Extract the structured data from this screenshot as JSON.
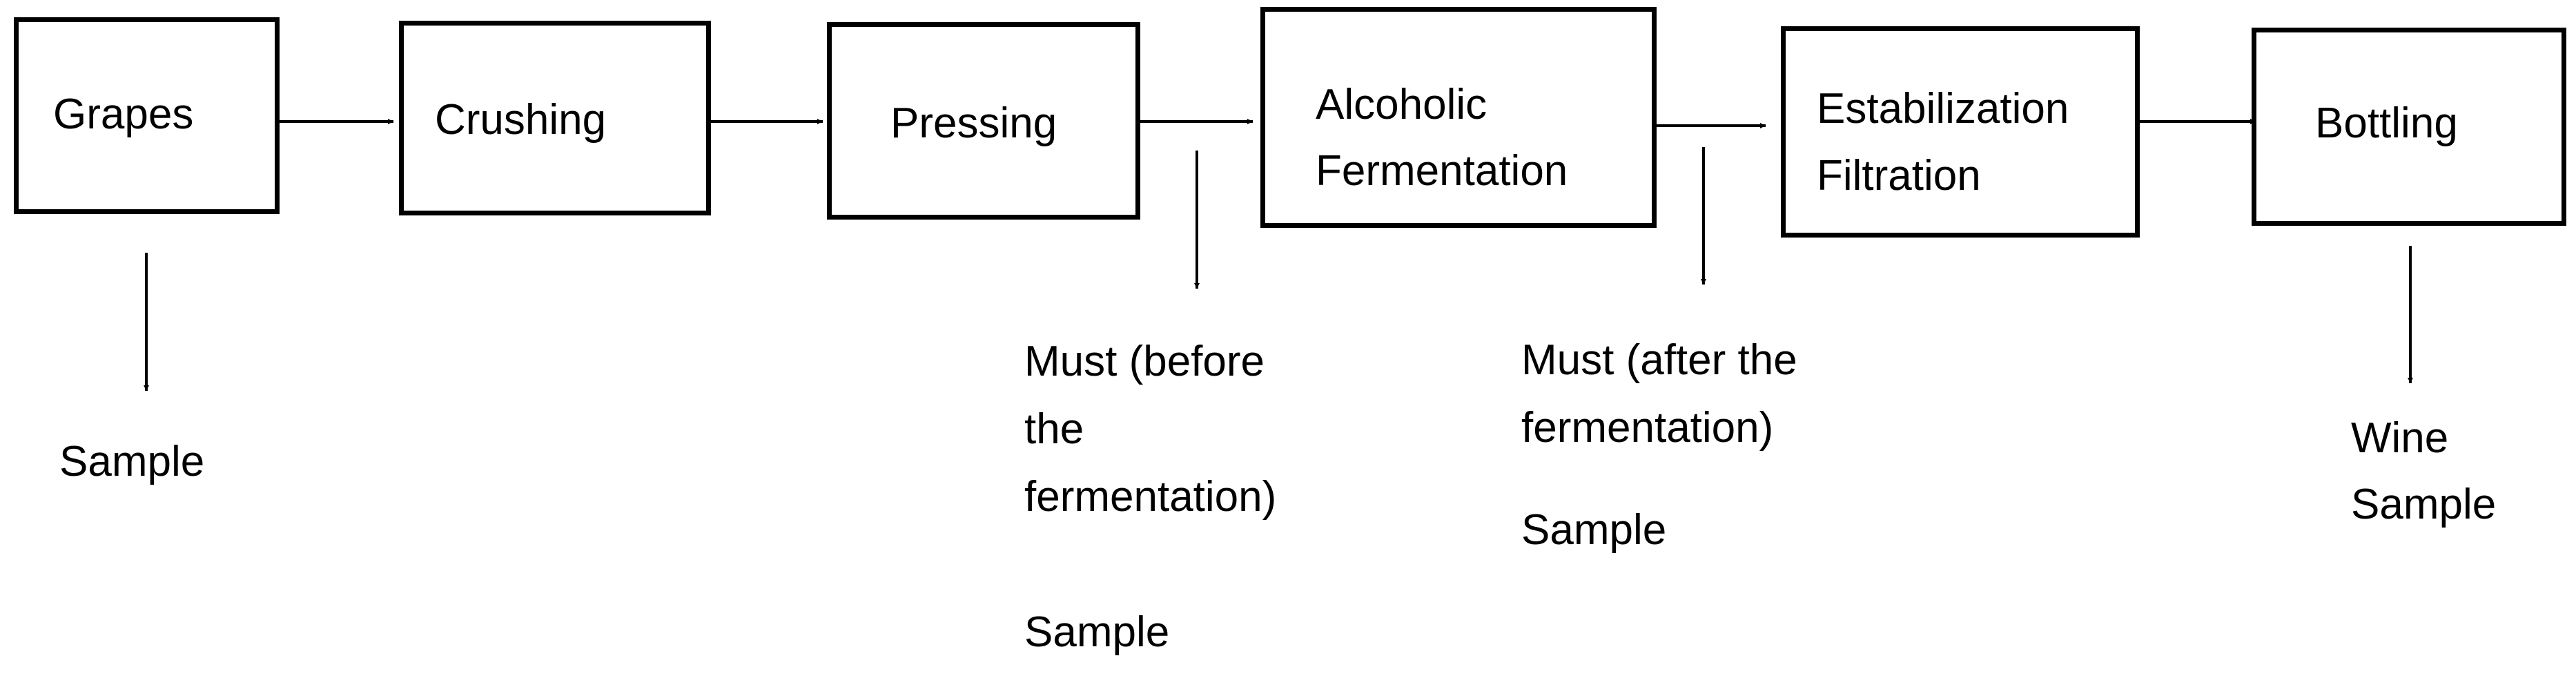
{
  "steps": [
    {
      "id": "grapes",
      "lines": [
        "Grapes"
      ]
    },
    {
      "id": "crushing",
      "lines": [
        "Crushing"
      ]
    },
    {
      "id": "pressing",
      "lines": [
        "Pressing"
      ]
    },
    {
      "id": "alcoholic-fermentation",
      "lines": [
        "Alcoholic",
        "Fermentation"
      ]
    },
    {
      "id": "estabilization-filtration",
      "lines": [
        "Estabilization",
        "Filtration"
      ]
    },
    {
      "id": "bottling",
      "lines": [
        "Bottling"
      ]
    }
  ],
  "samples": [
    {
      "after_step": "grapes",
      "material": [],
      "tag": "Sample"
    },
    {
      "after_step": "pressing",
      "material": [
        "Must (before",
        "the",
        "fermentation)"
      ],
      "tag": "Sample"
    },
    {
      "after_step": "alcoholic-fermentation",
      "material": [
        "Must (after the",
        "fermentation)"
      ],
      "tag": "Sample"
    },
    {
      "after_step": "bottling",
      "material": [
        "Wine"
      ],
      "tag": "Sample"
    }
  ]
}
